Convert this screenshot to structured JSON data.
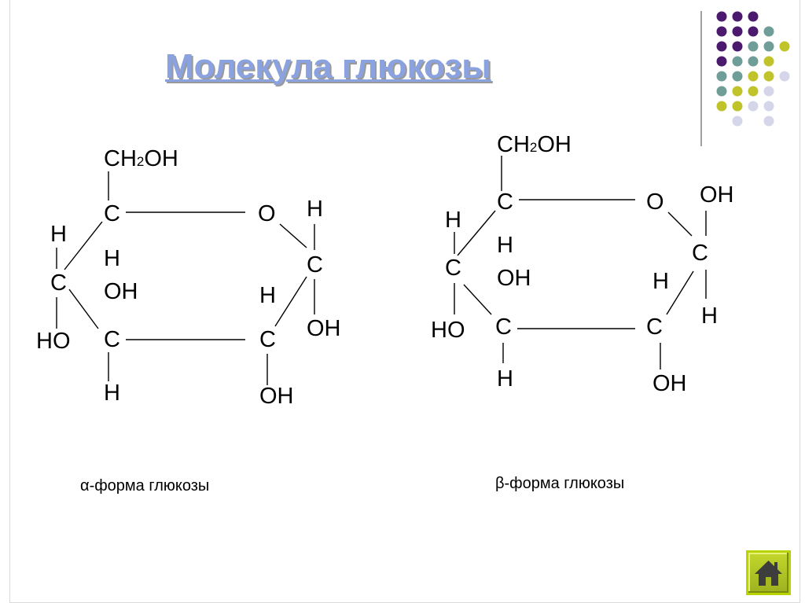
{
  "title": "Молекула глюкозы",
  "alpha": {
    "ch2": "CH",
    "sub2": "2",
    "oh": "OH",
    "c_top": "C",
    "o": "O",
    "h_tr": "H",
    "h_left": "H",
    "h_under": "H",
    "c_right": "C",
    "c_left": "C",
    "oh_mid": "OH",
    "h_mid": "H",
    "oh_right": "OH",
    "ho": "HO",
    "c_bl": "C",
    "c_br": "C",
    "h_bottom": "H",
    "oh_bottom": "OH",
    "caption": "α-форма глюкозы"
  },
  "beta": {
    "ch2": "CH",
    "sub2": "2",
    "oh": "OH",
    "c_top": "C",
    "o": "O",
    "oh_tr": "OH",
    "h_left": "H",
    "c_right": "C",
    "h_under": "H",
    "c_left": "C",
    "oh_mid": "OH",
    "h_mid": "H",
    "h_right": "H",
    "ho": "HO",
    "c_bl": "C",
    "c_br": "C",
    "h_bottom": "H",
    "oh_bottom": "OH",
    "caption": "β-форма глюкозы"
  },
  "colors": {
    "title": "#8aa3e0",
    "purple": "#4b1a6e",
    "teal": "#6f9e99",
    "olive": "#c0c42a",
    "lavender": "#d6d6ea",
    "home": "#b8d300"
  },
  "icons": {
    "home": "home-icon"
  }
}
